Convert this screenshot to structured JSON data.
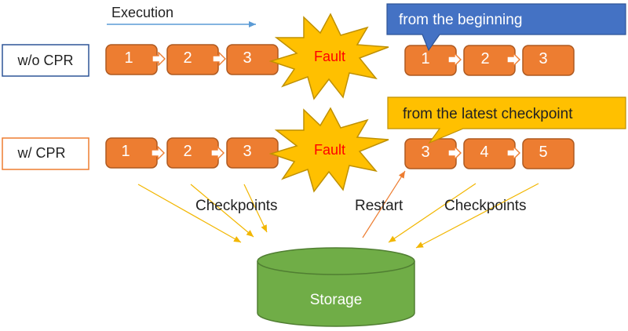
{
  "diagram": {
    "execution_label": "Execution",
    "rows": {
      "without_cpr": {
        "label": "w/o CPR",
        "steps_before_fault": [
          "1",
          "2",
          "3"
        ],
        "fault_label": "Fault",
        "steps_after_fault": [
          "1",
          "2",
          "3"
        ],
        "callout": "from the beginning"
      },
      "with_cpr": {
        "label": "w/ CPR",
        "steps_before_fault": [
          "1",
          "2",
          "3"
        ],
        "fault_label": "Fault",
        "steps_after_fault": [
          "3",
          "4",
          "5"
        ],
        "callout": "from the latest checkpoint"
      }
    },
    "checkpoints_label_left": "Checkpoints",
    "restart_label": "Restart",
    "checkpoints_label_right": "Checkpoints",
    "storage_label": "Storage",
    "colors": {
      "step_fill": "#ED7D31",
      "step_stroke": "#AE5A21",
      "fault_fill": "#FFC000",
      "fault_text": "#FF0000",
      "callout_blue": "#4472C4",
      "callout_gold": "#FFC000",
      "storage_fill": "#70AD47",
      "storage_stroke": "#507E32",
      "row_label_blue": "#2F5597",
      "row_label_orange": "#ED7D31",
      "execution_arrow": "#5B9BD5"
    }
  }
}
